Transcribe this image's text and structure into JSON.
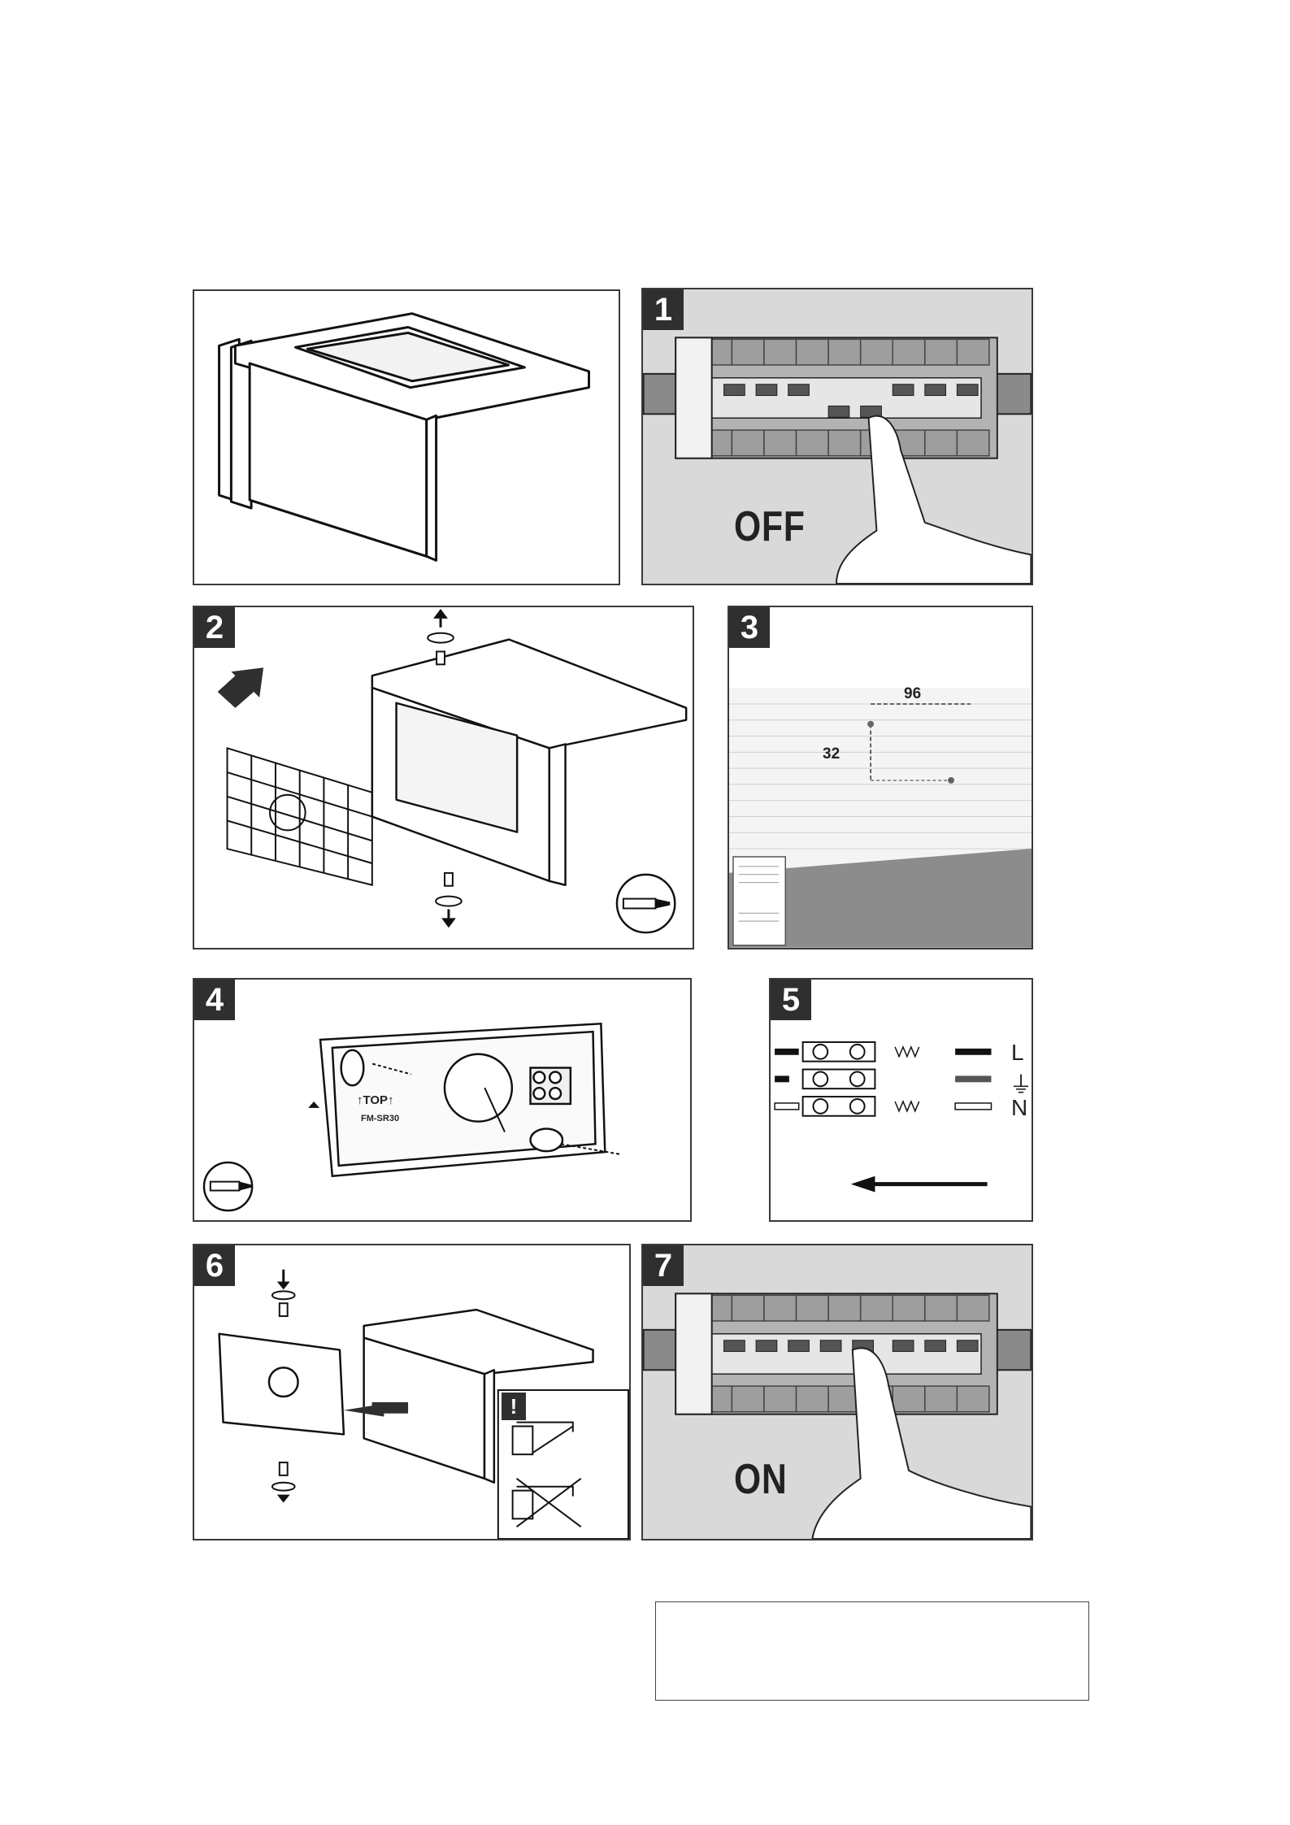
{
  "panels": {
    "p1": {
      "number": "1",
      "caption": "OFF"
    },
    "p2": {
      "number": "2"
    },
    "p3": {
      "number": "3",
      "dim_horizontal": "96",
      "dim_vertical": "32"
    },
    "p4": {
      "number": "4",
      "label_top": "TOP",
      "label_model": "FM-SR30"
    },
    "p5": {
      "number": "5",
      "wire_labels": [
        "L",
        "⏚",
        "N"
      ]
    },
    "p6": {
      "number": "6",
      "warning_mark": "!"
    },
    "p7": {
      "number": "7",
      "caption": "ON"
    }
  },
  "icons": [
    "light-fixture-illustration",
    "fuse-box-icon",
    "finger-icon",
    "screwdriver-icon",
    "rotate-arrow-icon",
    "wall-icon",
    "terminal-block-icon",
    "arrow-left-icon",
    "warning-icon"
  ],
  "colors": {
    "panel_grey": "#d9d9d9",
    "dark": "#2f2f2f",
    "border": "#3a3a3a"
  }
}
